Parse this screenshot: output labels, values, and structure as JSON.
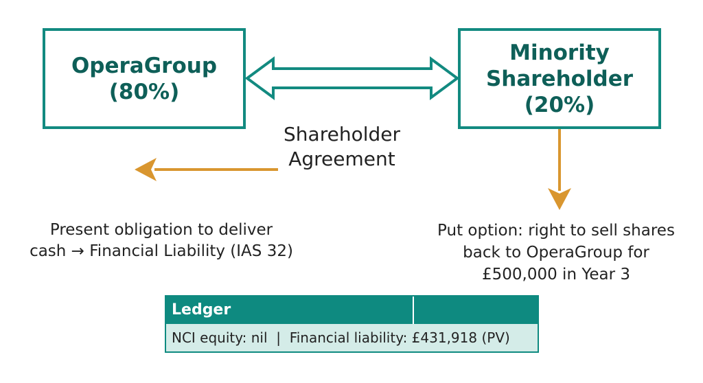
{
  "nodes": {
    "left": {
      "line1": "OperaGroup",
      "line2": "(80%)"
    },
    "right": {
      "line1": "Minority",
      "line2": "Shareholder",
      "line3": "(20%)"
    }
  },
  "labels": {
    "agreement_line1": "Shareholder",
    "agreement_line2": "Agreement",
    "obligation_line1": "Present obligation to deliver",
    "obligation_line2": "cash → Financial Liability (IAS 32)",
    "put_line1": "Put option: right to sell shares",
    "put_line2": "back to OperaGroup for",
    "put_line3": "£500,000 in Year 3"
  },
  "ledger": {
    "header": "Ledger",
    "header2": "",
    "row": "NCI equity: nil  |  Financial liability: £431,918 (PV)"
  },
  "colors": {
    "teal": "#128a80",
    "teal_text": "#0e5f58",
    "arrow_gold": "#d9962f",
    "ledger_row": "#d4ece8"
  }
}
